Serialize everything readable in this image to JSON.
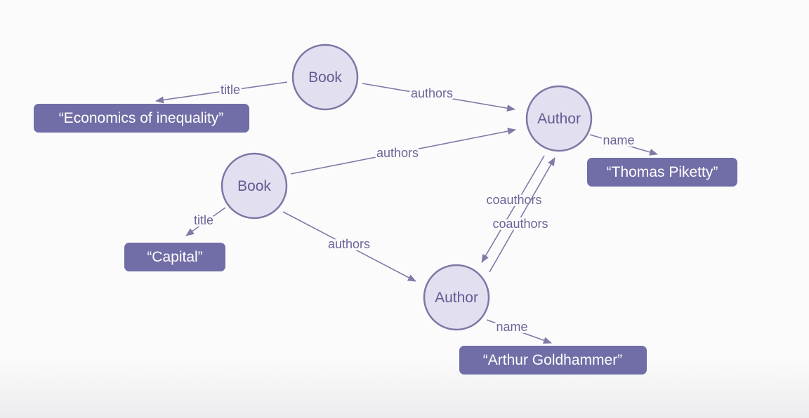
{
  "diagram": {
    "nodes": {
      "book1": "Book",
      "book2": "Book",
      "author1": "Author",
      "author2": "Author"
    },
    "values": {
      "economics": "“Economics of inequality”",
      "capital": "“Capital”",
      "piketty": "“Thomas Piketty”",
      "goldhammer": "“Arthur Goldhammer”"
    },
    "edges": {
      "book1_title": "title",
      "book1_authors": "authors",
      "book2_authors_author1": "authors",
      "book2_title": "title",
      "book2_authors_author2": "authors",
      "author1_name": "name",
      "author2_name": "name",
      "coauthors_down": "coauthors",
      "coauthors_up": "coauthors"
    }
  },
  "colors": {
    "node_fill": "#e2dff0",
    "node_stroke": "#7c77a4",
    "value_fill": "#716da6",
    "edge": "#7f7aa6"
  }
}
